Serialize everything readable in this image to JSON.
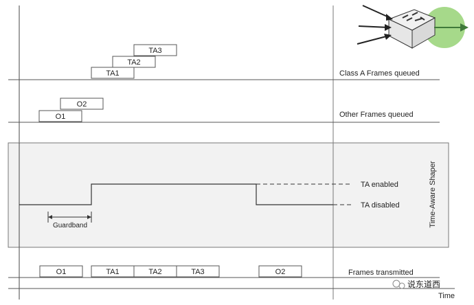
{
  "class_a": {
    "frames": [
      "TA1",
      "TA2",
      "TA3"
    ],
    "label": "Class A Frames queued"
  },
  "other": {
    "frames": [
      "O1",
      "O2"
    ],
    "label": "Other Frames queued"
  },
  "shaper": {
    "title": "Time-Aware Shaper",
    "enabled_label": "TA enabled",
    "disabled_label": "TA disabled",
    "guardband_label": "Guardband"
  },
  "transmitted": {
    "frames": [
      "O1",
      "TA1",
      "TA2",
      "TA3",
      "O2"
    ],
    "label": "Frames transmitted"
  },
  "time_label": "Time",
  "watermark": "说东道西",
  "colors": {
    "highlight": "#a6d98a",
    "panel": "#f2f2f2",
    "arrow": "#3f7a3a"
  }
}
